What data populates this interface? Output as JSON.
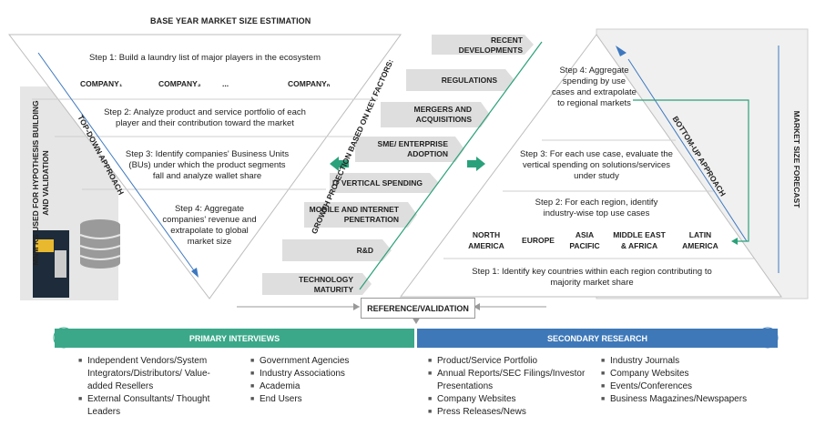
{
  "top_down": {
    "title": "BASE YEAR MARKET SIZE ESTIMATION",
    "approach": "TOP-DOWN APPROACH",
    "step1": "Step 1: Build a laundry list of major players in the ecosystem",
    "companies": [
      "COMPANY₁",
      "COMPANY₂",
      "...",
      "COMPANYₙ"
    ],
    "step2": "Step 2: Analyze product and service portfolio of each player and their contribution toward the market",
    "step3": "Step 3: Identify companies' Business Units (BUs) under which the product segments fall and analyze wallet share",
    "step4": "Step 4: Aggregate companies' revenue and extrapolate to global market size"
  },
  "side_label": "MNM KS USED FOR HYPOTHESIS BUILDING AND VALIDATION",
  "growth_label": "GROWTH PROJECTION BASED ON KEY FACTORS:",
  "factors": [
    "RECENT DEVELOPMENTS",
    "REGULATIONS",
    "MERGERS AND ACQUISITIONS",
    "SME/ ENTERPRISE ADOPTION",
    "IT VERTICAL SPENDING",
    "MOBILE AND INTERNET PENETRATION",
    "R&D",
    "TECHNOLOGY MATURITY"
  ],
  "bottom_up": {
    "approach": "BOTTOM-UP APPROACH",
    "step4": "Step 4: Aggregate spending by use cases and extrapolate to regional markets",
    "step3": "Step 3: For each use case, evaluate the vertical spending on solutions/services under study",
    "step2": "Step 2: For each region, identify industry-wise top use cases",
    "regions": [
      "NORTH AMERICA",
      "EUROPE",
      "ASIA PACIFIC",
      "MIDDLE EAST & AFRICA",
      "LATIN AMERICA"
    ],
    "step1": "Step 1: Identify key countries within each region contributing to majority market share"
  },
  "forecast_label": "MARKET SIZE FORECAST",
  "reference": "REFERENCE/VALIDATION",
  "primary": {
    "title": "PRIMARY INTERVIEWS",
    "col1": [
      "Independent Vendors/System Integrators/Distributors/ Value-added Resellers",
      "External Consultants/ Thought Leaders"
    ],
    "col2": [
      "Government Agencies",
      "Industry Associations",
      "Academia",
      "End Users"
    ]
  },
  "secondary": {
    "title": "SECONDARY RESEARCH",
    "col1": [
      "Product/Service Portfolio",
      "Annual Reports/SEC Filings/Investor Presentations",
      "Company Websites",
      "Press Releases/News"
    ],
    "col2": [
      "Industry Journals",
      "Company Websites",
      "Events/Conferences",
      "Business Magazines/Newspapers"
    ]
  },
  "colors": {
    "primary_bar": "#3aa889",
    "secondary_bar": "#3e78b8",
    "arrow_green": "#2aa17a",
    "arrow_blue": "#3c78c0"
  }
}
